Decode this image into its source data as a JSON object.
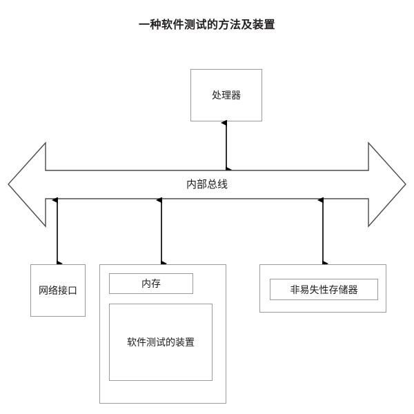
{
  "title": "一种软件测试的方法及装置",
  "diagram": {
    "type": "block-diagram",
    "processor": {
      "label": "处理器",
      "icon": "processor-block"
    },
    "bus": {
      "label": "内部总线",
      "shape": "double-headed-arrow",
      "direction": "bidirectional"
    },
    "components": [
      {
        "id": "network-interface",
        "label": "网络接口",
        "connector": "bidirectional-arrow"
      },
      {
        "id": "memory",
        "label": "内存",
        "connector": "bidirectional-arrow",
        "child": {
          "id": "software-test-device",
          "label": "软件测试的装置"
        }
      },
      {
        "id": "nonvolatile-memory",
        "label": "非易失性存储器",
        "connector": "bidirectional-arrow"
      }
    ],
    "connections": [
      {
        "from": "processor",
        "to": "bus",
        "type": "bidirectional"
      },
      {
        "from": "bus",
        "to": "network-interface",
        "type": "bidirectional"
      },
      {
        "from": "bus",
        "to": "memory",
        "type": "bidirectional"
      },
      {
        "from": "bus",
        "to": "nonvolatile-memory",
        "type": "bidirectional"
      }
    ]
  },
  "colors": {
    "background": "#ffffff",
    "box_border": "#9a9a9a",
    "bus_border": "#4a4a4a",
    "text": "#1a1a1a",
    "title_text": "#231f20",
    "arrow": "#000000"
  }
}
